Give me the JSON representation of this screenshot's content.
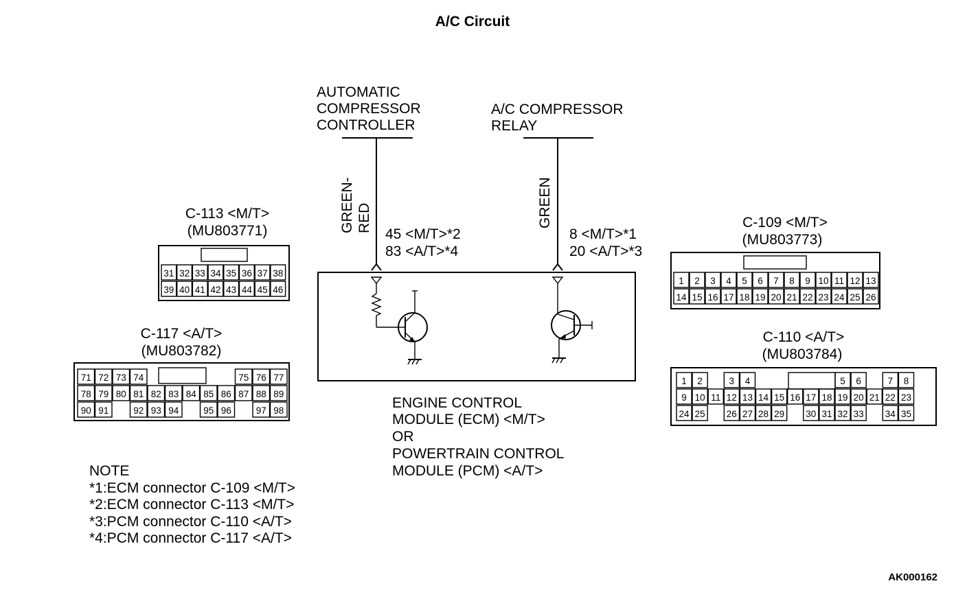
{
  "title": "A/C Circuit",
  "code": "AK000162",
  "controller": {
    "lines": [
      "AUTOMATIC",
      "COMPRESSOR",
      "CONTROLLER"
    ],
    "wire": [
      "GREEN-",
      "RED"
    ],
    "pins": [
      "45 <M/T>*2",
      "83 <A/T>*4"
    ]
  },
  "relay": {
    "lines": [
      "A/C COMPRESSOR",
      "RELAY"
    ],
    "wire": [
      "GREEN"
    ],
    "pins": [
      "8 <M/T>*1",
      "20 <A/T>*3"
    ]
  },
  "module": {
    "lines": [
      "ENGINE CONTROL",
      "MODULE (ECM) <M/T>",
      "OR",
      "POWERTRAIN CONTROL",
      "MODULE (PCM) <A/T>"
    ]
  },
  "connectors": [
    {
      "name": "C-113 <M/T>",
      "part": "(MU803771)",
      "rows": [
        [
          "31",
          "32",
          "33",
          "34",
          "35",
          "36",
          "37",
          "38"
        ],
        [
          "39",
          "40",
          "41",
          "42",
          "43",
          "44",
          "45",
          "46"
        ]
      ]
    },
    {
      "name": "C-117 <A/T>",
      "part": "(MU803782)",
      "rows": [
        [
          "71",
          "72",
          "73",
          "74",
          "",
          "",
          "",
          "",
          "",
          "75",
          "76",
          "77"
        ],
        [
          "78",
          "79",
          "80",
          "81",
          "82",
          "83",
          "84",
          "85",
          "86",
          "87",
          "88",
          "89"
        ],
        [
          "90",
          "91",
          "",
          "92",
          "93",
          "94",
          "",
          "95",
          "96",
          "",
          "97",
          "98"
        ]
      ]
    },
    {
      "name": "C-109 <M/T>",
      "part": "(MU803773)",
      "rows": [
        [
          "1",
          "2",
          "3",
          "4",
          "5",
          "6",
          "7",
          "8",
          "9",
          "10",
          "11",
          "12",
          "13"
        ],
        [
          "14",
          "15",
          "16",
          "17",
          "18",
          "19",
          "20",
          "21",
          "22",
          "23",
          "24",
          "25",
          "26"
        ]
      ]
    },
    {
      "name": "C-110 <A/T>",
      "part": "(MU803784)",
      "rows": [
        [
          "1",
          "2",
          "",
          "3",
          "4",
          "",
          "",
          "",
          "",
          "",
          "5",
          "6",
          "",
          "7",
          "8"
        ],
        [
          "9",
          "10",
          "11",
          "12",
          "13",
          "14",
          "15",
          "16",
          "17",
          "18",
          "19",
          "20",
          "21",
          "22",
          "23"
        ],
        [
          "24",
          "25",
          "",
          "26",
          "27",
          "28",
          "29",
          "",
          "30",
          "31",
          "32",
          "33",
          "",
          "34",
          "35"
        ]
      ]
    }
  ],
  "note": {
    "heading": "NOTE",
    "items": [
      "*1:ECM connector C-109 <M/T>",
      "*2:ECM connector C-113 <M/T>",
      "*3:PCM connector C-110 <A/T>",
      "*4:PCM connector C-117 <A/T>"
    ]
  }
}
